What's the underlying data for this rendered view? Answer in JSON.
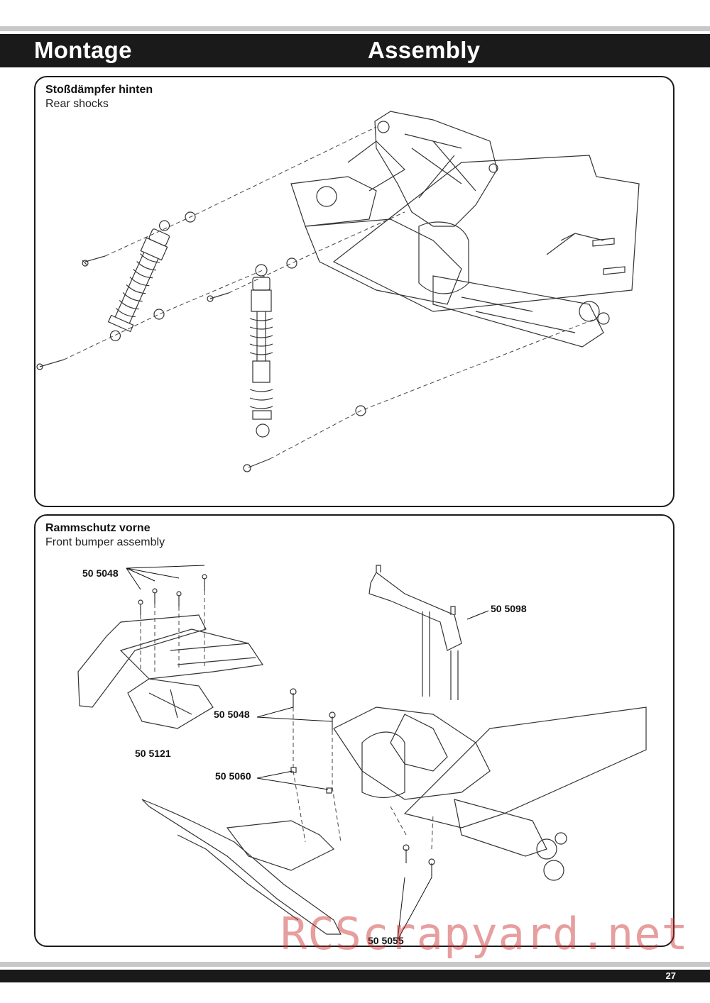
{
  "header": {
    "left_title": "Montage",
    "right_title": "Assembly"
  },
  "section1": {
    "title": "Stoßdämpfer hinten",
    "subtitle": "Rear shocks"
  },
  "section2": {
    "title": "Rammschutz vorne",
    "subtitle": "Front bumper assembly",
    "parts": {
      "screws_top": "50 5048",
      "body_post": "50 5098",
      "screws_mid": "50 5048",
      "skid_plate": "50 5121",
      "nuts": "50 5060",
      "screws_bottom": "50 5055"
    }
  },
  "footer": {
    "page_number": "27"
  },
  "watermark": "RCScrapyard.net"
}
